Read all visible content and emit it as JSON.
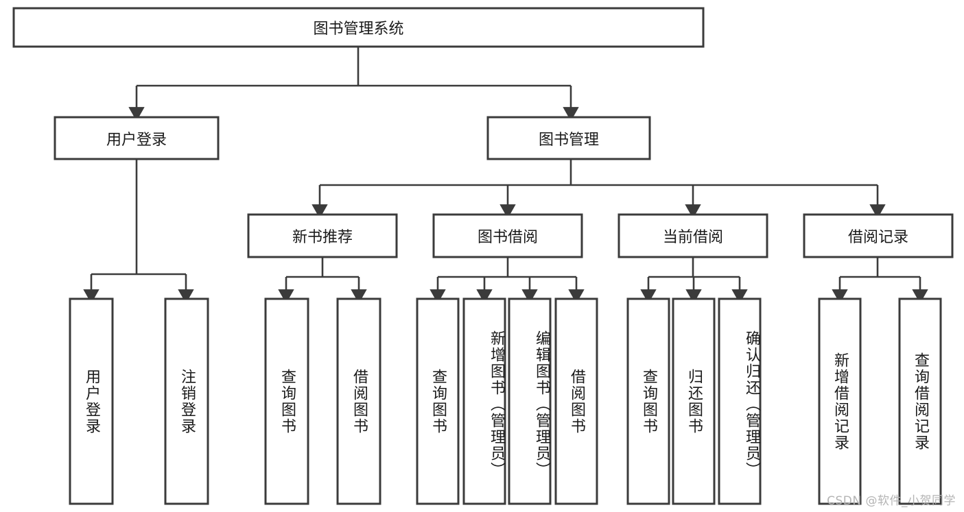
{
  "diagram": {
    "type": "tree-hierarchy",
    "title": "图书管理系统",
    "root": {
      "id": "root",
      "label": "图书管理系统",
      "orientation": "horizontal"
    },
    "level1": [
      {
        "id": "user-login",
        "label": "用户登录",
        "orientation": "horizontal"
      },
      {
        "id": "book-management",
        "label": "图书管理",
        "orientation": "horizontal"
      }
    ],
    "level2": [
      {
        "id": "new-book-recommend",
        "label": "新书推荐",
        "orientation": "horizontal",
        "parent": "book-management"
      },
      {
        "id": "book-borrow",
        "label": "图书借阅",
        "orientation": "horizontal",
        "parent": "book-management"
      },
      {
        "id": "current-borrow",
        "label": "当前借阅",
        "orientation": "horizontal",
        "parent": "book-management"
      },
      {
        "id": "borrow-record",
        "label": "借阅记录",
        "orientation": "horizontal",
        "parent": "book-management"
      }
    ],
    "leaves": [
      {
        "id": "leaf-user-login",
        "label": "用户登录",
        "orientation": "vertical",
        "parent": "user-login"
      },
      {
        "id": "leaf-user-logout",
        "label": "注销登录",
        "orientation": "vertical",
        "parent": "user-login"
      },
      {
        "id": "leaf-query-book-1",
        "label": "查询图书",
        "orientation": "vertical",
        "parent": "new-book-recommend"
      },
      {
        "id": "leaf-borrow-book-1",
        "label": "借阅图书",
        "orientation": "vertical",
        "parent": "new-book-recommend"
      },
      {
        "id": "leaf-query-book-2",
        "label": "查询图书",
        "orientation": "vertical",
        "parent": "book-borrow"
      },
      {
        "id": "leaf-add-book",
        "label": "新增图书（管理员）",
        "orientation": "vertical",
        "parent": "book-borrow"
      },
      {
        "id": "leaf-edit-book",
        "label": "编辑图书（管理员）",
        "orientation": "vertical",
        "parent": "book-borrow"
      },
      {
        "id": "leaf-borrow-book-2",
        "label": "借阅图书",
        "orientation": "vertical",
        "parent": "book-borrow"
      },
      {
        "id": "leaf-query-book-3",
        "label": "查询图书",
        "orientation": "vertical",
        "parent": "current-borrow"
      },
      {
        "id": "leaf-return-book",
        "label": "归还图书",
        "orientation": "vertical",
        "parent": "current-borrow"
      },
      {
        "id": "leaf-confirm-return",
        "label": "确认归还（管理员）",
        "orientation": "vertical",
        "parent": "current-borrow"
      },
      {
        "id": "leaf-add-record",
        "label": "新增借阅记录",
        "orientation": "vertical",
        "parent": "borrow-record"
      },
      {
        "id": "leaf-query-record",
        "label": "查询借阅记录",
        "orientation": "vertical",
        "parent": "borrow-record"
      }
    ],
    "colors": {
      "background": "#ffffff",
      "box_fill": "#ffffff",
      "box_stroke": "#3b3b3b",
      "edge": "#3b3b3b",
      "text": "#1a1a1a",
      "watermark": "#b4b4b4"
    }
  },
  "watermark": {
    "text": "CSDN @软件_小贺同学"
  }
}
